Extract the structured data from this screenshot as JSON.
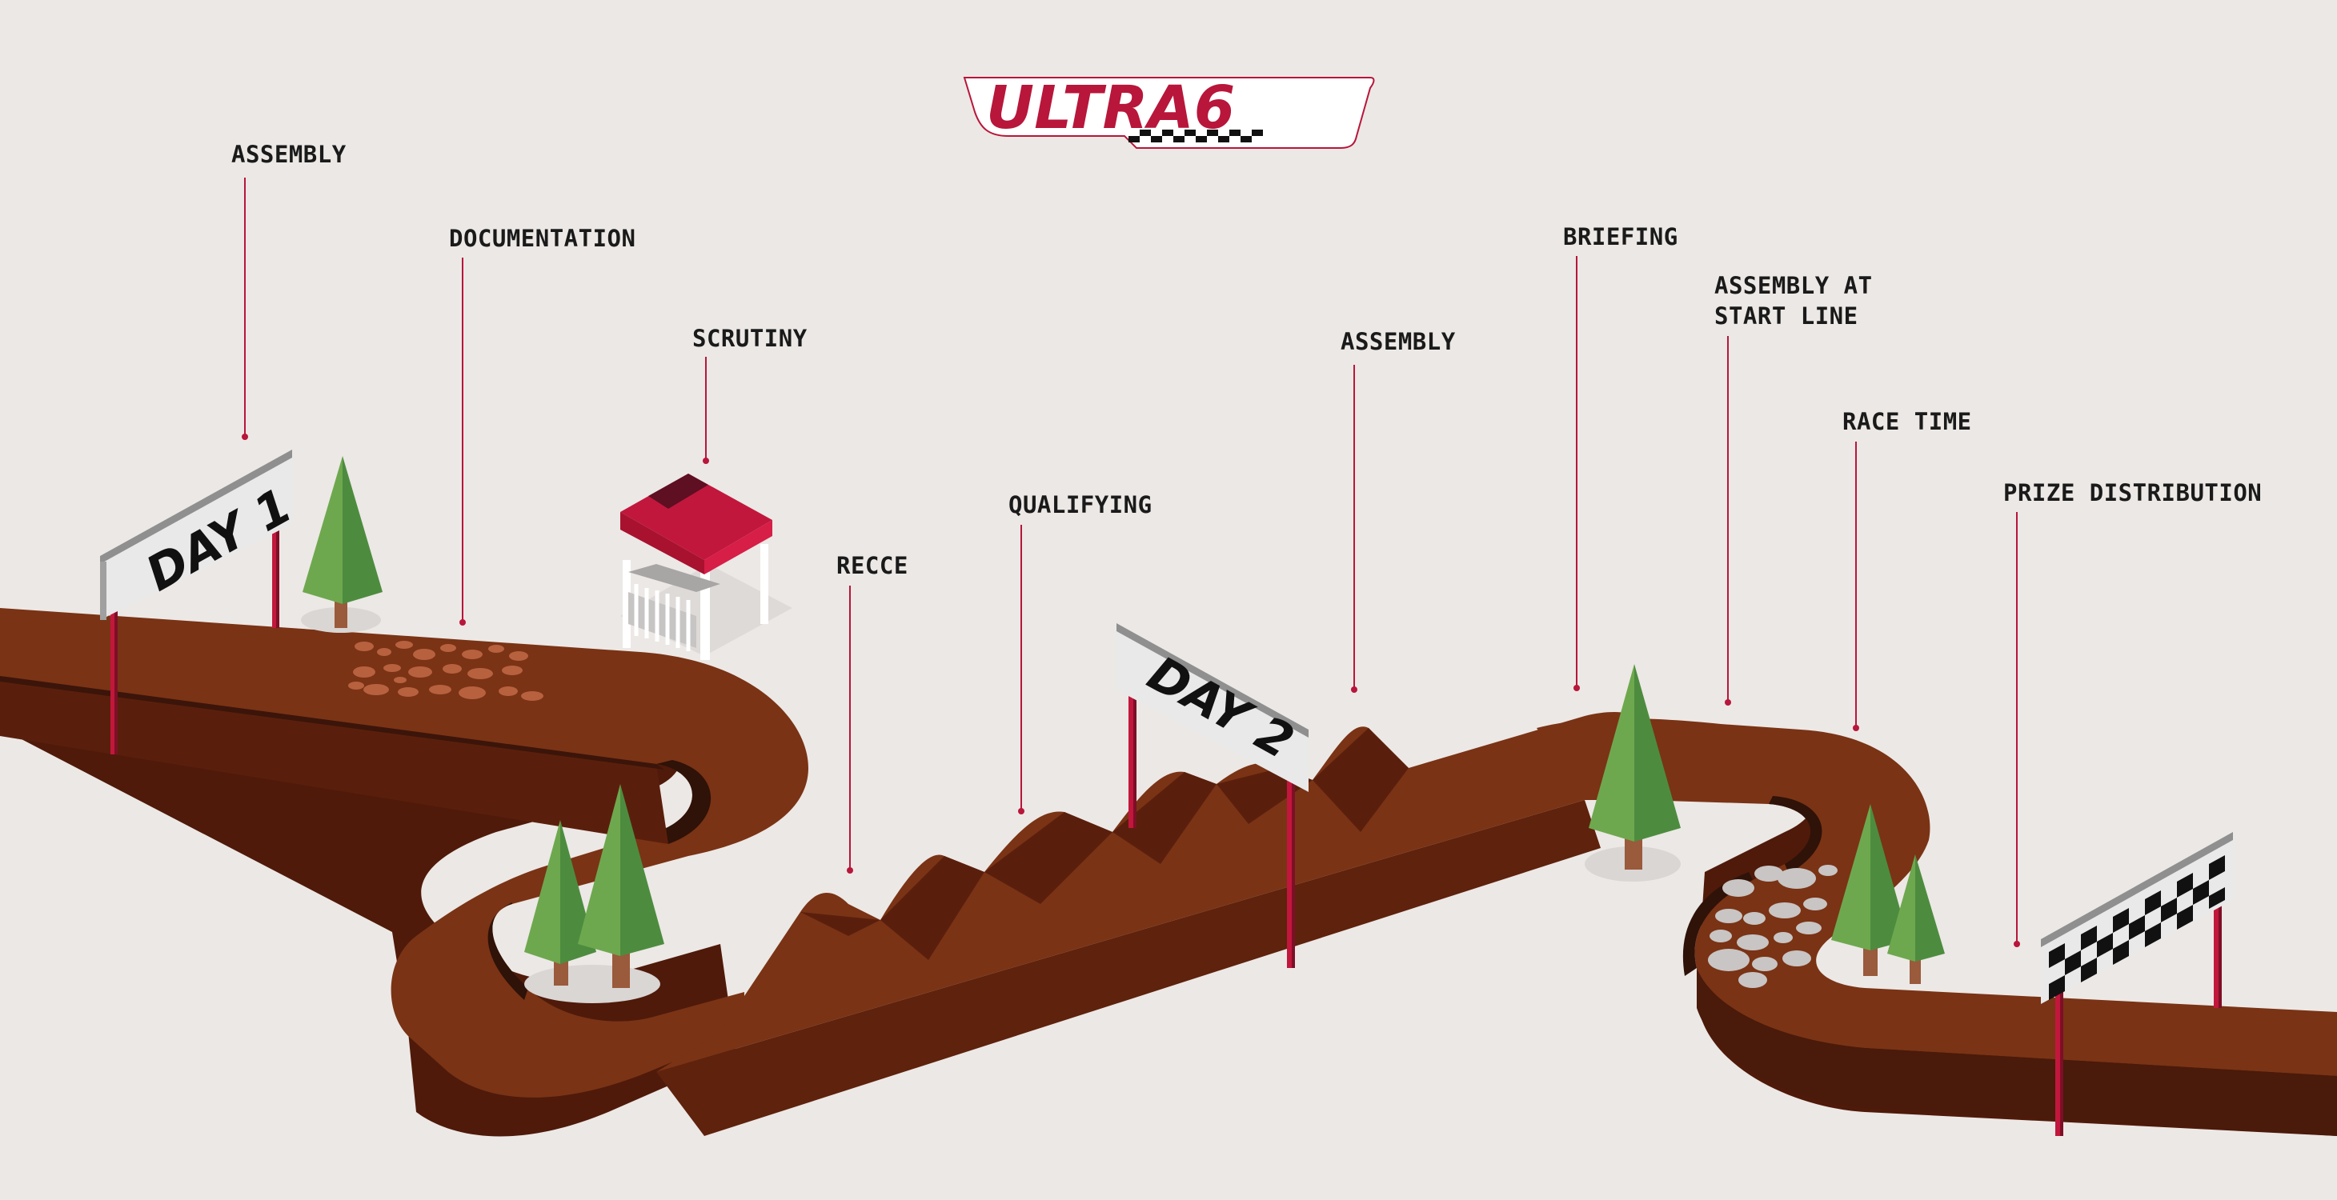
{
  "logo": {
    "text": "ULTRA6",
    "color": "#b8163a"
  },
  "colors": {
    "track_top": "#7a3315",
    "track_side": "#4f1a0a",
    "track_dark": "#33140a",
    "leader_line": "#b8163a",
    "tree_light": "#6ea84e",
    "tree_dark": "#4d8c3f",
    "trunk": "#9a5a3c",
    "tent_roof": "#c2173c",
    "sign_panel": "#e9e9e9"
  },
  "signs": {
    "day1": "DAY 1",
    "day2": "DAY 2"
  },
  "milestones": [
    {
      "id": "assembly-1",
      "lines": [
        "ASSEMBLY"
      ]
    },
    {
      "id": "documentation",
      "lines": [
        "DOCUMENTATION"
      ]
    },
    {
      "id": "scrutiny",
      "lines": [
        "SCRUTINY"
      ]
    },
    {
      "id": "recce",
      "lines": [
        "RECCE"
      ]
    },
    {
      "id": "qualifying",
      "lines": [
        "QUALIFYING"
      ]
    },
    {
      "id": "assembly-2",
      "lines": [
        "ASSEMBLY"
      ]
    },
    {
      "id": "briefing",
      "lines": [
        "BRIEFING"
      ]
    },
    {
      "id": "assembly-start-line",
      "lines": [
        "ASSEMBLY AT",
        "START LINE"
      ]
    },
    {
      "id": "race-time",
      "lines": [
        "RACE TIME"
      ]
    },
    {
      "id": "prize-distribution",
      "lines": [
        "PRIZE DISTRIBUTION"
      ]
    }
  ]
}
